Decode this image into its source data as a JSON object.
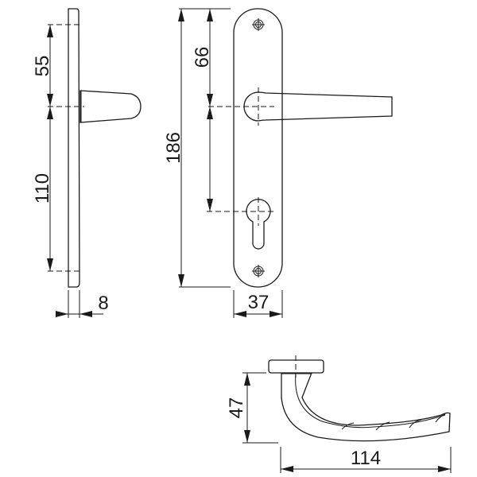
{
  "dimensions": {
    "side_top": "55",
    "side_bottom": "110",
    "thickness": "8",
    "total_height": "186",
    "handle_to_keyhole": "66",
    "plate_width": "37",
    "lever_height": "47",
    "lever_length": "114"
  },
  "colors": {
    "line": "#1a1a1a",
    "background": "#ffffff"
  }
}
